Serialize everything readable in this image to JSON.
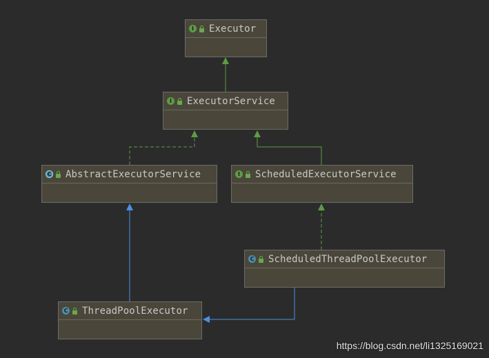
{
  "diagram": {
    "nodes": {
      "executor": {
        "name": "Executor",
        "kind": "interface"
      },
      "executor_service": {
        "name": "ExecutorService",
        "kind": "interface"
      },
      "abstract_executor_service": {
        "name": "AbstractExecutorService",
        "kind": "abstract-class"
      },
      "scheduled_executor_service": {
        "name": "ScheduledExecutorService",
        "kind": "interface"
      },
      "scheduled_thread_pool_executor": {
        "name": "ScheduledThreadPoolExecutor",
        "kind": "class"
      },
      "thread_pool_executor": {
        "name": "ThreadPoolExecutor",
        "kind": "class"
      }
    },
    "edges": [
      {
        "from": "ExecutorService",
        "to": "Executor",
        "type": "extends"
      },
      {
        "from": "AbstractExecutorService",
        "to": "ExecutorService",
        "type": "implements"
      },
      {
        "from": "ScheduledExecutorService",
        "to": "ExecutorService",
        "type": "extends"
      },
      {
        "from": "ScheduledThreadPoolExecutor",
        "to": "ScheduledExecutorService",
        "type": "implements"
      },
      {
        "from": "ThreadPoolExecutor",
        "to": "AbstractExecutorService",
        "type": "extends"
      },
      {
        "from": "ScheduledThreadPoolExecutor",
        "to": "ThreadPoolExecutor",
        "type": "extends"
      }
    ],
    "colors": {
      "interface_edge": "#5d9b46",
      "class_edge": "#4d8fe3",
      "node_fill": "#4a473a",
      "background": "#2b2b2b"
    }
  },
  "icons": {
    "interface_badge": "I",
    "class_badge": "C"
  },
  "watermark": "https://blog.csdn.net/li1325169021"
}
